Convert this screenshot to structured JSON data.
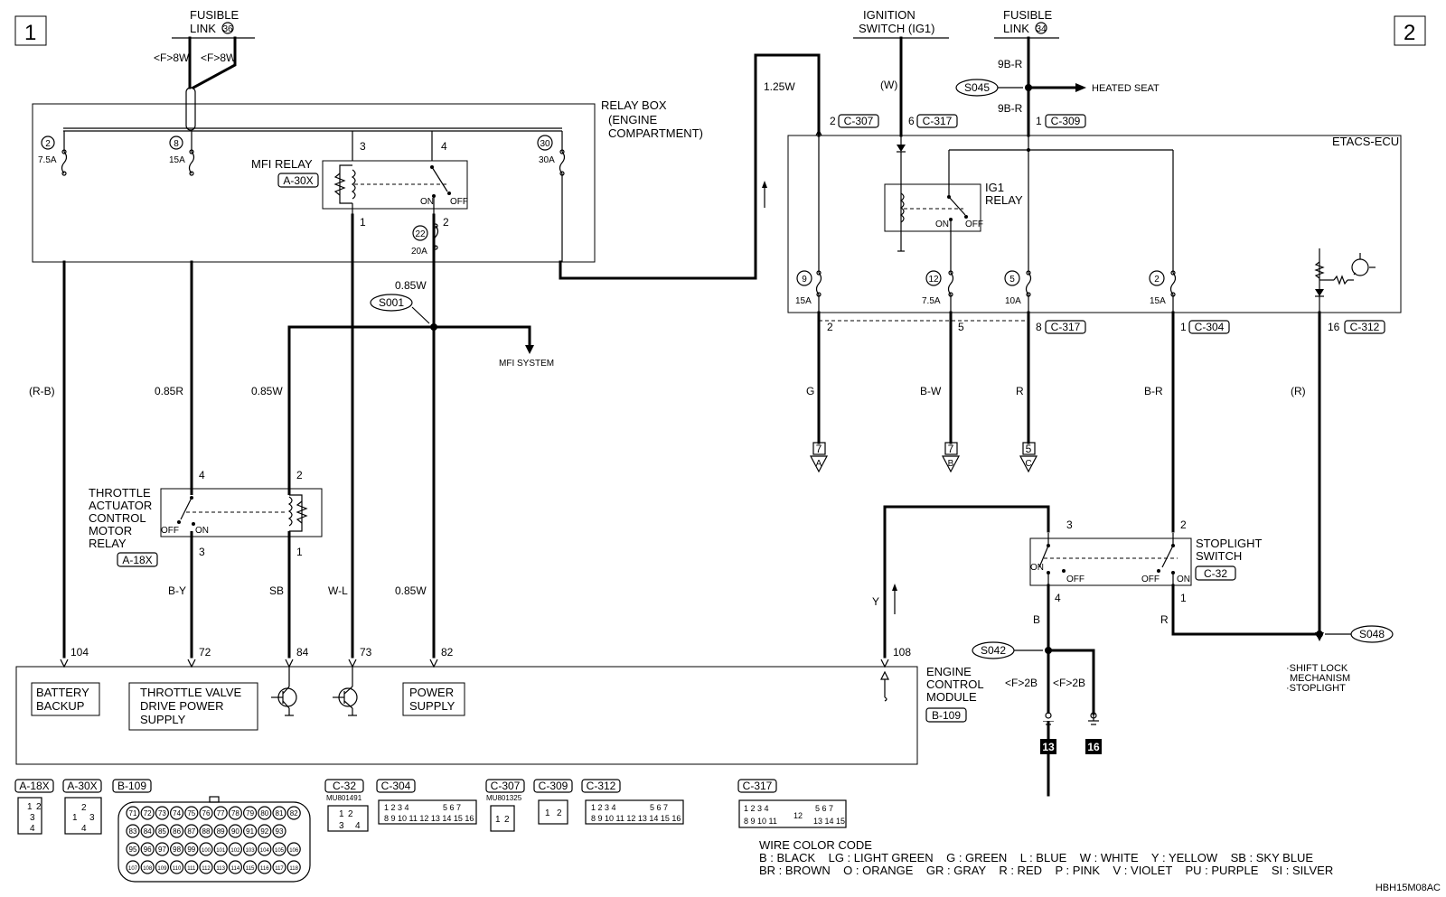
{
  "sections": {
    "left": "1",
    "right": "2"
  },
  "fusible_left": {
    "l1": "FUSIBLE",
    "l2": "LINK",
    "num": "36",
    "wire_a": "<F>8W",
    "wire_b": "<F>8W"
  },
  "ignition": {
    "l1": "IGNITION",
    "l2": "SWITCH (IG1)",
    "wire": "(W)"
  },
  "fusible_right": {
    "l1": "FUSIBLE",
    "l2": "LINK",
    "num": "34",
    "wire_top": "9B-R",
    "wire_bot": "9B-R"
  },
  "heated_seat": "HEATED SEAT",
  "splices": {
    "s045": "S045",
    "s001": "S001",
    "s048": "S048",
    "s042": "S042"
  },
  "relay_box": {
    "l1": "RELAY BOX",
    "l2": "(ENGINE",
    "l3": "COMPARTMENT)"
  },
  "fuses_left": [
    {
      "num": "2",
      "amp": "7.5A"
    },
    {
      "num": "8",
      "amp": "15A"
    },
    {
      "num": "30",
      "amp": "30A"
    },
    {
      "num": "22",
      "amp": "20A"
    }
  ],
  "mfi_relay": {
    "l1": "MFI RELAY",
    "conn": "A-30X",
    "pins": [
      "3",
      "4",
      "1",
      "2"
    ],
    "on": "ON",
    "off": "OFF"
  },
  "mfi_system": "MFI SYSTEM",
  "wires_left": {
    "w085w_top": "0.85W",
    "rb": "(R-B)",
    "r085": "0.85R",
    "w085_mid": "0.85W",
    "by": "B-Y",
    "sb": "SB",
    "wl": "W-L",
    "w085_low": "0.85W"
  },
  "throttle_relay": {
    "l1": "THROTTLE",
    "l2": "ACTUATOR",
    "l3": "CONTROL",
    "l4": "MOTOR",
    "l5": "RELAY",
    "conn": "A-18X",
    "pins": [
      "4",
      "2",
      "3",
      "1"
    ],
    "on": "ON",
    "off": "OFF"
  },
  "ecm": {
    "l1": "ENGINE",
    "l2": "CONTROL",
    "l3": "MODULE",
    "conn": "B-109",
    "pins": [
      "104",
      "72",
      "84",
      "73",
      "82",
      "108"
    ],
    "battery": [
      "BATTERY",
      "BACKUP"
    ],
    "tvdps": [
      "THROTTLE VALVE",
      "DRIVE POWER",
      "SUPPLY"
    ],
    "power": [
      "POWER",
      "SUPPLY"
    ]
  },
  "etacs": {
    "label": "ETACS-ECU",
    "top_pins": [
      "2",
      "6",
      "1"
    ],
    "top_conns": [
      "C-307",
      "C-317",
      "C-309"
    ],
    "wire_125w": "1.25W",
    "ig1": [
      "IG1",
      "RELAY"
    ],
    "on": "ON",
    "off": "OFF",
    "fuses": [
      {
        "num": "9",
        "amp": "15A"
      },
      {
        "num": "12",
        "amp": "7.5A"
      },
      {
        "num": "5",
        "amp": "10A"
      },
      {
        "num": "2",
        "amp": "15A"
      }
    ],
    "bottom_pins": [
      "2",
      "5",
      "8",
      "1",
      "16"
    ],
    "bottom_conns": [
      "C-317",
      "C-304",
      "C-312"
    ]
  },
  "wires_right": {
    "g": "G",
    "bw": "B-W",
    "r": "R",
    "br": "B-R",
    "rp": "(R)",
    "y": "Y",
    "b": "B",
    "r2": "R"
  },
  "offpage": [
    {
      "num": "7",
      "letter": "A"
    },
    {
      "num": "7",
      "letter": "B"
    },
    {
      "num": "5",
      "letter": "C"
    }
  ],
  "stoplight": {
    "l1": "STOPLIGHT",
    "l2": "SWITCH",
    "conn": "C-32",
    "pins": [
      "3",
      "2",
      "4",
      "1"
    ],
    "on": "ON",
    "off": "OFF"
  },
  "grounds": {
    "a": "<F>2B",
    "b": "<F>2B",
    "g1": "13",
    "g2": "16"
  },
  "shift_lock": [
    "·SHIFT LOCK",
    "MECHANISM",
    "·STOPLIGHT"
  ],
  "connectors": [
    {
      "id": "A-18X"
    },
    {
      "id": "A-30X"
    },
    {
      "id": "B-109"
    },
    {
      "id": "C-32",
      "part": "MU801491"
    },
    {
      "id": "C-304"
    },
    {
      "id": "C-307",
      "part": "MU801325"
    },
    {
      "id": "C-309"
    },
    {
      "id": "C-312"
    },
    {
      "id": "C-317"
    }
  ],
  "b109_rows": [
    [
      "71",
      "72",
      "73",
      "74",
      "75",
      "76",
      "77",
      "78",
      "79",
      "80",
      "81",
      "82"
    ],
    [
      "83",
      "84",
      "85",
      "86",
      "87",
      "88",
      "89",
      "90",
      "91",
      "92",
      "93"
    ],
    [
      "95",
      "96",
      "97",
      "98",
      "99",
      "100",
      "101",
      "102",
      "103",
      "104",
      "105",
      "106"
    ],
    [
      "107",
      "108",
      "109",
      "110",
      "111",
      "112",
      "113",
      "114",
      "115",
      "116",
      "117",
      "118"
    ]
  ],
  "color_code": {
    "title": "WIRE COLOR CODE",
    "line1": "B : BLACK    LG : LIGHT GREEN    G : GREEN    L : BLUE    W : WHITE    Y : YELLOW    SB : SKY BLUE",
    "line2": "BR : BROWN    O : ORANGE    GR : GRAY    R : RED    P : PINK    V : VIOLET    PU : PURPLE    SI : SILVER"
  },
  "doc_id": "HBH15M08AC"
}
